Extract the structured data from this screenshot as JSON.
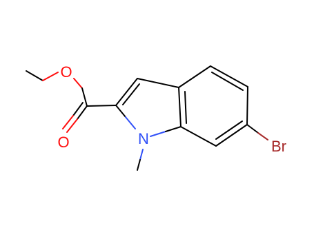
{
  "molecule": {
    "atoms": {
      "ester_oxygen": "O",
      "carbonyl_oxygen": "O",
      "nitrogen": "N",
      "bromine": "Br"
    },
    "colors": {
      "bond": "#000000",
      "oxygen": "#ff0d0d",
      "nitrogen": "#3050f8",
      "bromine": "#a62929",
      "background": "#ffffff"
    }
  }
}
